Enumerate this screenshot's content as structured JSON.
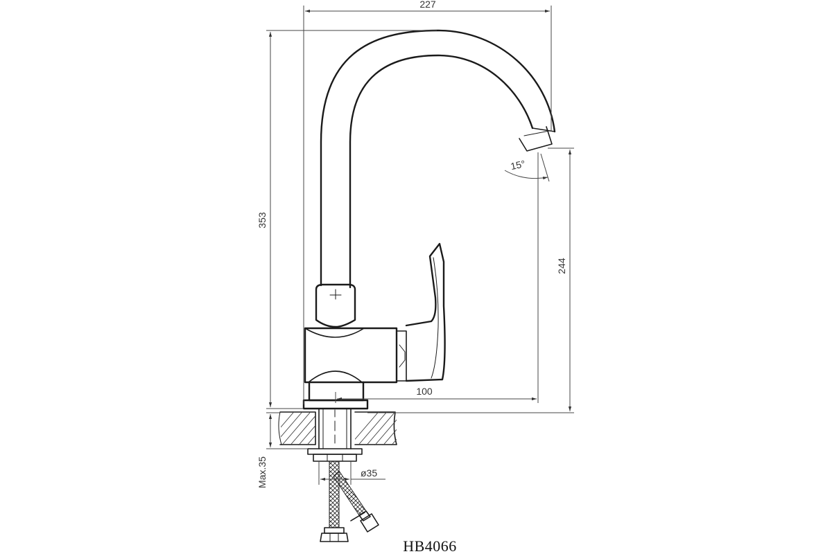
{
  "drawing": {
    "model_label": "HB4066",
    "dimensions": {
      "overall_width": "227",
      "overall_height": "353",
      "spout_height": "244",
      "spout_reach": "100",
      "swivel_angle": "15°",
      "counter_thickness": "Max.35",
      "hole_diameter": "ø35"
    }
  }
}
